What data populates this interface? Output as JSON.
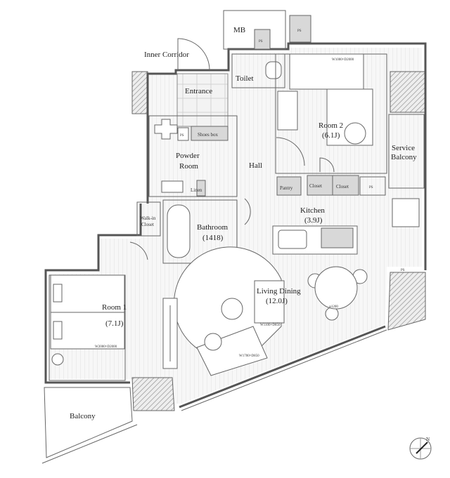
{
  "floor_plan": {
    "rooms": {
      "inner_corridor": "Inner Corridor",
      "mb": "MB",
      "ps1": "PS",
      "ps2": "PS",
      "ps3": "PS",
      "ps4": "PS",
      "ps5": "PS",
      "toilet": "Toilet",
      "entrance": "Entrance",
      "shoes_box": "Shoes box",
      "powder_room": "Powder",
      "powder_room2": "Room",
      "linen": "Linen",
      "hall": "Hall",
      "room2": "Room 2",
      "room2_size": "(6.1J)",
      "service_balcony": "Service",
      "service_balcony2": "Balcony",
      "pantry": "Pantry",
      "closet1": "Closet",
      "closet2": "Closet",
      "walkin": "Walk-in",
      "walkin2": "Closet",
      "bathroom": "Bathroom",
      "bathroom_size": "(1418)",
      "kitchen": "Kitchen",
      "kitchen_size": "(3.9J)",
      "living": "Living Dining",
      "living_size": "(12.0J)",
      "room1": "Room 1",
      "room1_size": "(7.1J)",
      "balcony": "Balcony"
    },
    "dimensions": {
      "bed2": "W1000×D2000",
      "bed1": "W2000×D2000",
      "table": "φ1200",
      "sofa_small": "W1100×D850",
      "sofa_large": "W1700×D850"
    },
    "compass": "N",
    "colors": {
      "wall": "#555555",
      "hatch": "#999999",
      "floor": "#f4f4f4"
    }
  }
}
